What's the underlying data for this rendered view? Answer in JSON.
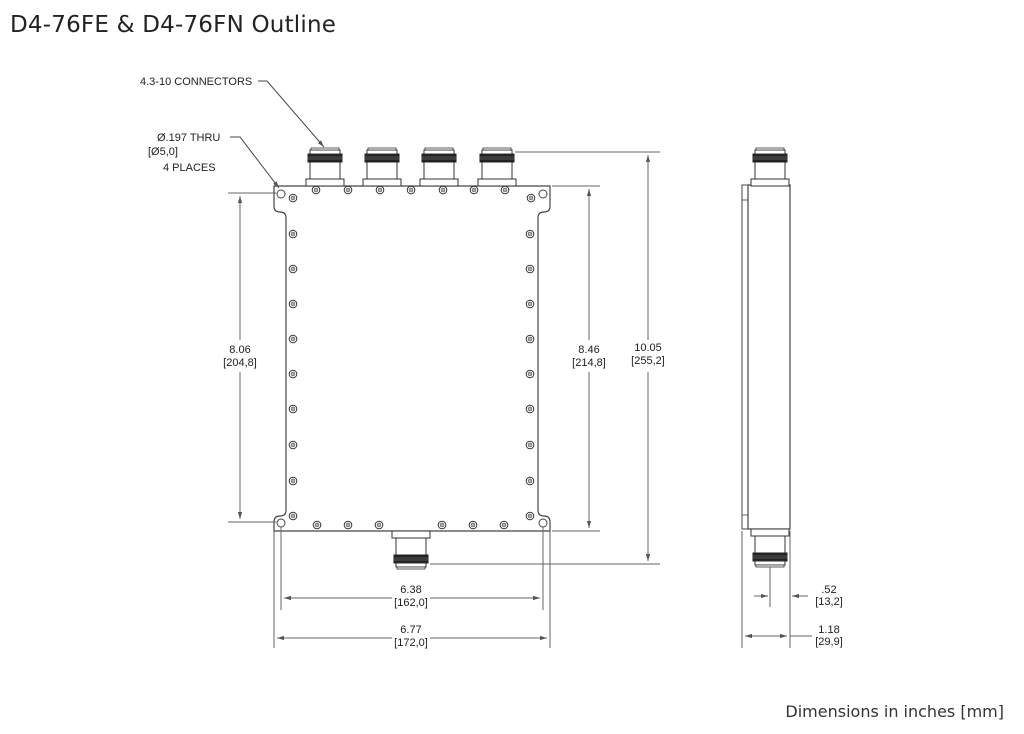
{
  "title": "D4-76FE & D4-76FN Outline",
  "footnote": "Dimensions in inches [mm]",
  "callouts": {
    "connectors": "4.3-10 CONNECTORS",
    "hole_line1": "Ø.197 THRU",
    "hole_line2": "[Ø5,0]",
    "hole_line3": "4 PLACES"
  },
  "dimensions": {
    "body_height": {
      "inch": "8.06",
      "mm": "[204,8]"
    },
    "overall_body_height": {
      "inch": "8.46",
      "mm": "[214,8]"
    },
    "total_height": {
      "inch": "10.05",
      "mm": "[255,2]"
    },
    "hole_spacing_width": {
      "inch": "6.38",
      "mm": "[162,0]"
    },
    "overall_width": {
      "inch": "6.77",
      "mm": "[172,0]"
    },
    "connector_offset": {
      "inch": ".52",
      "mm": "[13,2]"
    },
    "depth": {
      "inch": "1.18",
      "mm": "[29,9]"
    }
  },
  "colors": {
    "line": "#555555",
    "text": "#222222",
    "dim_line": "#666666"
  }
}
